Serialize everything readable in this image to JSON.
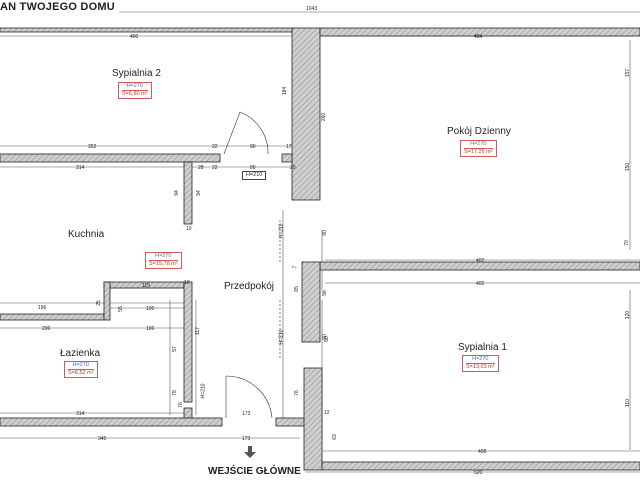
{
  "title": "AN TWOJEGO DOMU",
  "entrance_label": "WEJŚCIE GŁÓWNE",
  "rooms": [
    {
      "name": "Sypialnia 2",
      "height": "H=270",
      "area": "S=6,80 m²"
    },
    {
      "name": "Pokój Dzienny",
      "height": "H=270",
      "area": "S=17,26 m²"
    },
    {
      "name": "Kuchnia",
      "height": "H=270",
      "area": "S=15,78 m²"
    },
    {
      "name": "Przedpokój"
    },
    {
      "name": "Łazienka",
      "height": "H=270",
      "area": "S=6,52 m²"
    },
    {
      "name": "Sypialnia 1",
      "height": "H=270",
      "area": "S=13,03 m²"
    }
  ],
  "door_heights": [
    "H=210",
    "H=210",
    "H=210",
    "H=210"
  ],
  "dimensions": {
    "total_width": "1043",
    "sypialnia2_width": "400",
    "pokoj_width": "484",
    "d352": "352",
    "d22a": "22",
    "d80a": "80",
    "d17": "17",
    "d314a": "314",
    "d28": "28",
    "d22b": "22",
    "d80b": "80",
    "d20": "20",
    "d184": "184",
    "d260": "260",
    "d94a": "94",
    "d94b": "94",
    "d10": "10",
    "d157": "157",
    "d150": "150",
    "d70": "70",
    "d402a": "402",
    "d402b": "402",
    "d115": "115",
    "d10b": "10",
    "d196": "196",
    "d25": "25",
    "d55": "55",
    "d106a": "106",
    "d206": "206",
    "d106b": "106",
    "d117": "117",
    "d57": "57",
    "d90a": "90",
    "d7": "7",
    "d65": "65",
    "d90b": "90",
    "d58": "58",
    "d50": "50",
    "d120": "120",
    "d76a": "76",
    "d78": "78",
    "d76b": "76",
    "d12": "12",
    "d110": "110",
    "d314b": "314",
    "d173a": "173",
    "d345": "345",
    "d173b": "173",
    "d63": "63",
    "d408": "408",
    "d520": "520"
  }
}
